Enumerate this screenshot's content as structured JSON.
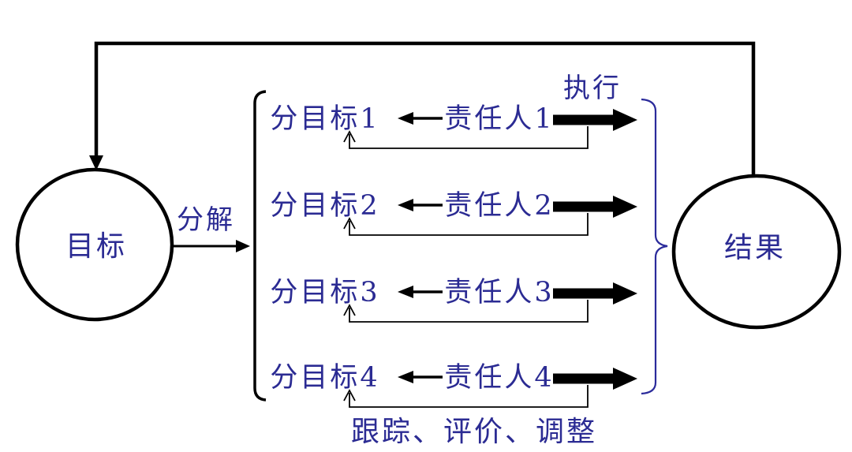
{
  "diagram": {
    "title_semantic": "goal-decomposition-execution-feedback-loop",
    "colors": {
      "background": "#ffffff",
      "line": "#000000",
      "text": "#2b2b93",
      "brace": "#2b2b9b"
    },
    "goal_node": {
      "label": "目标"
    },
    "result_node": {
      "label": "结果"
    },
    "decompose_label": "分解",
    "execute_label": "执行",
    "feedback_label": "跟踪、评价、调整",
    "rows": [
      {
        "sub_goal": "分目标1",
        "owner": "责任人1"
      },
      {
        "sub_goal": "分目标2",
        "owner": "责任人2"
      },
      {
        "sub_goal": "分目标3",
        "owner": "责任人3"
      },
      {
        "sub_goal": "分目标4",
        "owner": "责任人4"
      }
    ]
  }
}
